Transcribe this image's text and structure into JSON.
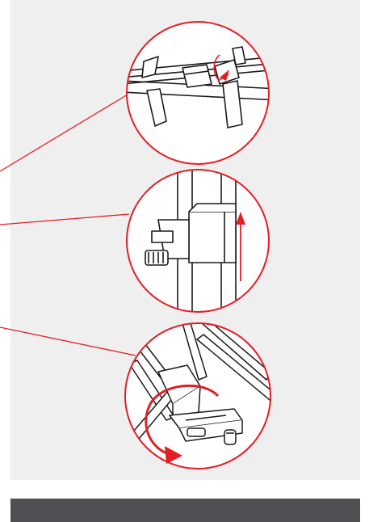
{
  "illustration": {
    "panel_color": "#efefef",
    "accent_color": "#e31e24",
    "line_color": "#1a1a1a",
    "steps": [
      {
        "name": "strap-tie",
        "icon": "velcro-strap-icon"
      },
      {
        "name": "leg-slide",
        "icon": "up-arrow-icon"
      },
      {
        "name": "corner-latch",
        "icon": "rotate-arrow-icon"
      }
    ]
  },
  "footer": {
    "bar_color": "#4e5053"
  }
}
